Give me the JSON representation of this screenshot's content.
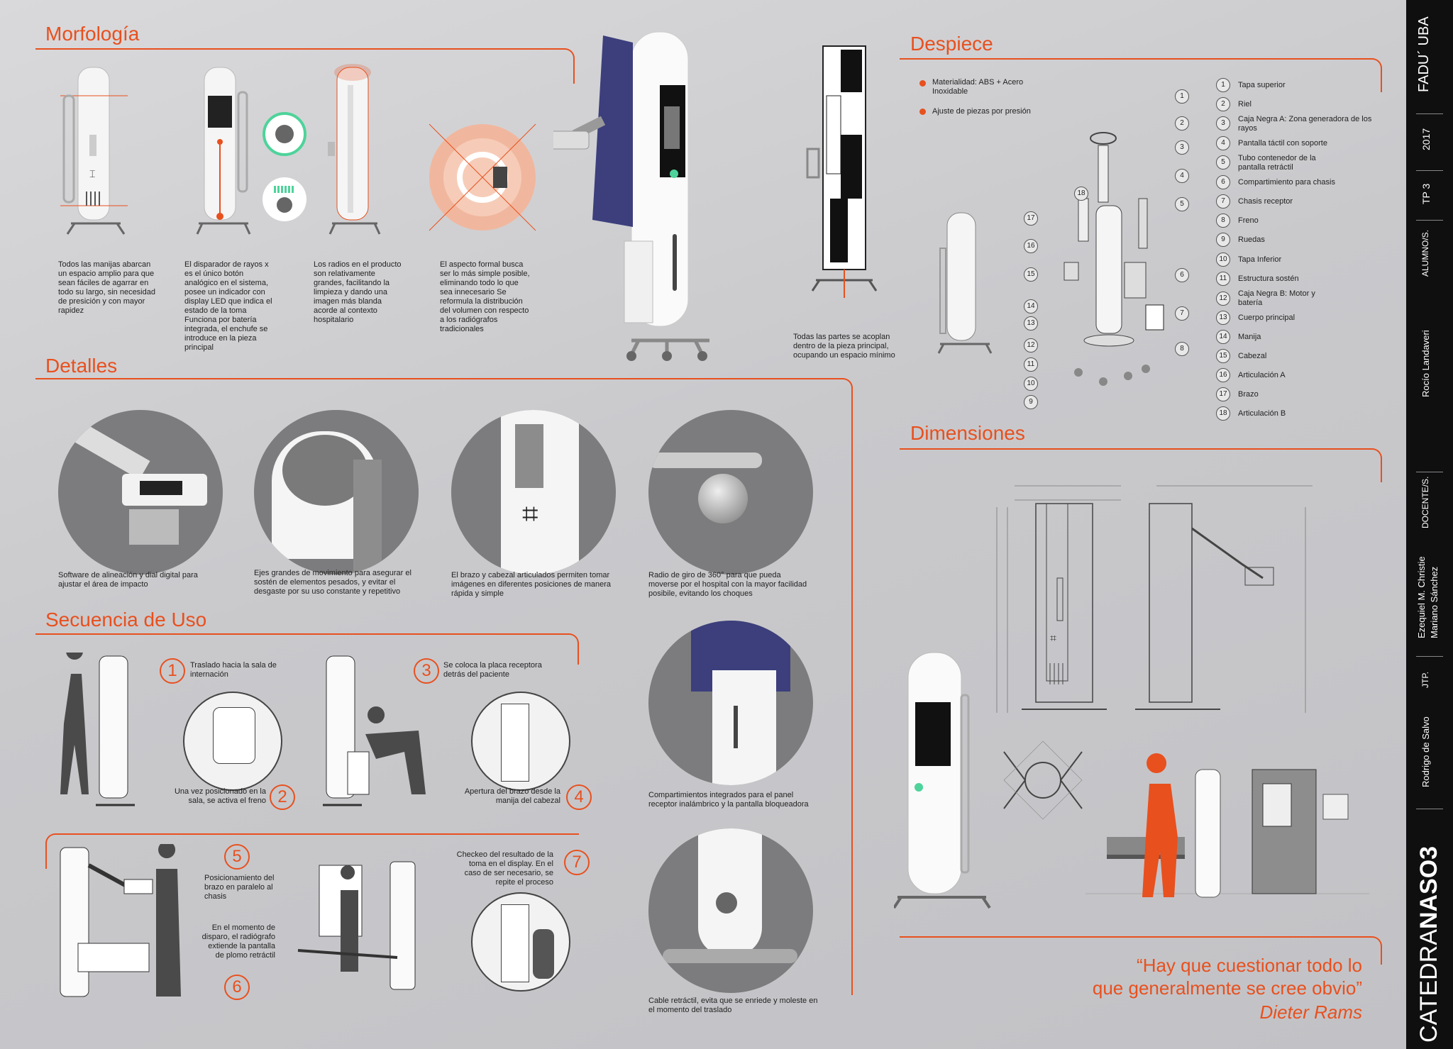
{
  "sections": {
    "morfologia": "Morfología",
    "despiece": "Despiece",
    "detalles": "Detalles",
    "dimensiones": "Dimensiones",
    "secuencia": "Secuencia de Uso"
  },
  "morfologia_captions": [
    "Todos las manijas abarcan un espacio amplio para que sean fáciles de agarrar en todo su largo, sin necesidad de presición y con mayor rapidez",
    "El disparador de rayos x es el único botón analógico en el sistema, posee un indicador con display LED que indica el estado de la toma Funciona por batería integrada, el enchufe se introduce en la pieza principal",
    "Los radios en el producto son relativamente grandes, facilitando la limpieza y dando una imagen más blanda acorde al contexto hospitalario",
    "El aspecto formal busca ser lo más simple posible, eliminando todo lo que sea innecesario Se reformula la distribución del volumen con respecto a los radiógrafos tradicionales"
  ],
  "despiece": {
    "bullets": [
      "Materialidad: ABS + Acero Inoxidable",
      "Ajuste de piezas por presión"
    ],
    "caption": "Todas las partes se acoplan dentro de la pieza principal, ocupando un espacio mínimo",
    "parts": [
      {
        "n": "1",
        "label": "Tapa superior"
      },
      {
        "n": "2",
        "label": "Riel"
      },
      {
        "n": "3",
        "label": "Caja Negra A: Zona generadora de los rayos"
      },
      {
        "n": "4",
        "label": "Pantalla táctil con soporte"
      },
      {
        "n": "5",
        "label": "Tubo contenedor de la pantalla retráctil"
      },
      {
        "n": "6",
        "label": "Compartimiento para chasis"
      },
      {
        "n": "7",
        "label": "Chasis receptor"
      },
      {
        "n": "8",
        "label": "Freno"
      },
      {
        "n": "9",
        "label": "Ruedas"
      },
      {
        "n": "10",
        "label": "Tapa Inferior"
      },
      {
        "n": "11",
        "label": "Estructura sostén"
      },
      {
        "n": "12",
        "label": "Caja Negra B: Motor y batería"
      },
      {
        "n": "13",
        "label": "Cuerpo principal"
      },
      {
        "n": "14",
        "label": "Manija"
      },
      {
        "n": "15",
        "label": "Cabezal"
      },
      {
        "n": "16",
        "label": "Articulación A"
      },
      {
        "n": "17",
        "label": "Brazo"
      },
      {
        "n": "18",
        "label": "Articulación B"
      }
    ],
    "callouts_left": [
      "18",
      "17",
      "16",
      "15",
      "14",
      "13",
      "12",
      "11",
      "10",
      "9"
    ],
    "callouts_right": [
      "1",
      "2",
      "3",
      "4",
      "5",
      "6",
      "7",
      "8"
    ]
  },
  "detalles_captions": [
    "Software de alineación y dial digital para ajustar el área de impacto",
    "Ejes grandes de movimiento para asegurar el sostén de elementos pesados, y evitar el desgaste por su uso constante y repetitivo",
    "El brazo y cabezal articulados permiten tomar imágenes en diferentes posiciones de manera rápida y simple",
    "Radio de giro de 360° para que pueda moverse por el hospital con la mayor facilidad posibile, evitando los choques"
  ],
  "secuencia": [
    {
      "n": "1",
      "text": "Traslado hacia la sala de internación"
    },
    {
      "n": "2",
      "text": "Una vez posicionado en la sala, se activa el freno"
    },
    {
      "n": "3",
      "text": "Se coloca la placa receptora detrás del paciente"
    },
    {
      "n": "4",
      "text": "Apertura del brazo desde la manija del cabezal"
    },
    {
      "n": "5",
      "text": "Posicionamiento del brazo en paralelo al chasis"
    },
    {
      "n": "6",
      "text": "En el momento de disparo, el radiógrafo extiende la pantalla de plomo retráctil"
    },
    {
      "n": "7",
      "text": "Checkeo del resultado de la toma en el display. En el caso de ser necesario, se repite el proceso"
    }
  ],
  "extra_captions": [
    "Compartimientos integrados para el panel receptor inalámbrico y la pantalla bloqueadora",
    "Cable retráctil, evita que se enriede y moleste en el momento del traslado"
  ],
  "quote": {
    "line1": "“Hay que cuestionar todo lo",
    "line2": "que generalmente se cree obvio”",
    "author": "Dieter Rams"
  },
  "sidebar": {
    "fadu": "FADU´ UBA",
    "year": "2017",
    "tp": "TP 3",
    "alumnos_label": "ALUMNO/S.",
    "alumnos": "Rocío Landaveri",
    "docentes_label": "DOCENTE/S.",
    "docentes1": "Ezequiel M. Christie",
    "docentes2": "Mariano Sánchez",
    "jtp_label": "JTP.",
    "jtp": "Rodrigo de Salvo",
    "catedra": "CATEDRA",
    "naso": "NASO",
    "num": "3"
  },
  "colors": {
    "accent": "#e8501e",
    "panel": "#3c3f7c",
    "sidebar": "#0f0f10"
  }
}
